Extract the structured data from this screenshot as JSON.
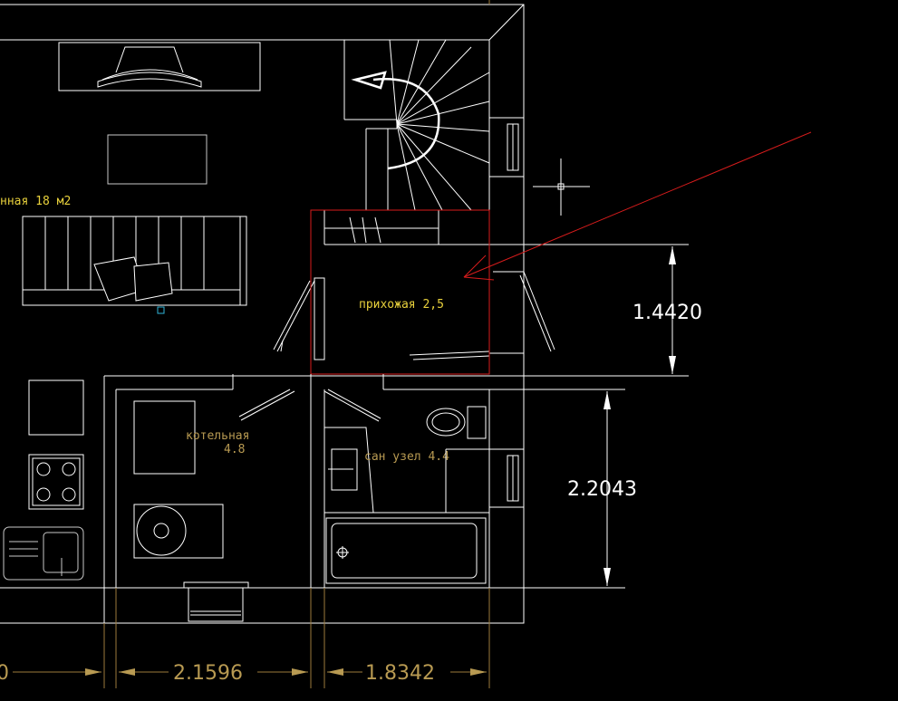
{
  "rooms": {
    "living": "нная 18 м2",
    "hallway": "прихожая 2,5",
    "boiler_line1": "котельная",
    "boiler_line2": "4.8",
    "bathroom": "сан узел 4.4"
  },
  "dimensions": {
    "vertical_upper": "1.4420",
    "vertical_lower": "2.2043",
    "bottom_left_partial": "0",
    "bottom_mid": "2.1596",
    "bottom_right": "1.8342"
  },
  "colors": {
    "background": "#000000",
    "lines": "#ffffff",
    "dimension_lines": "#9c7a3c",
    "room_labels": "#e8d13c",
    "selection": "#d81c1c"
  },
  "icons": {
    "cursor": "crosshair-cursor-icon",
    "stair_arrow": "stair-direction-arrow-icon"
  }
}
